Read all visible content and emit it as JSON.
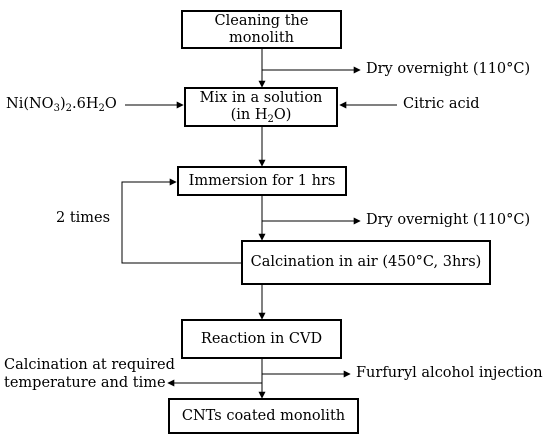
{
  "boxes": {
    "cleaning": {
      "line1": "Cleaning the",
      "line2": "monolith"
    },
    "mix": {
      "line1": "Mix in a solution",
      "line2_pre": "(in H",
      "line2_sub": "2",
      "line2_post": "O)"
    },
    "immersion": {
      "text": "Immersion for 1 hrs"
    },
    "calcination": {
      "text": "Calcination in air (450°C, 3hrs)"
    },
    "cvd": {
      "text": "Reaction in CVD"
    },
    "cnts": {
      "text": "CNTs coated monolith"
    }
  },
  "labels": {
    "dry1": "Dry overnight (110°C)",
    "dry2": "Dry overnight (110°C)",
    "nickel": {
      "pre": "Ni(NO",
      "sub1": "3",
      "mid": ")",
      "sub2": "2",
      "post": ".6H",
      "sub3": "2",
      "end": "O"
    },
    "citric": "Citric acid",
    "repeat": "2 times",
    "calc_req_line1": "Calcination at required",
    "calc_req_line2": "temperature and time",
    "furfuryl": "Furfuryl alcohol injection"
  }
}
